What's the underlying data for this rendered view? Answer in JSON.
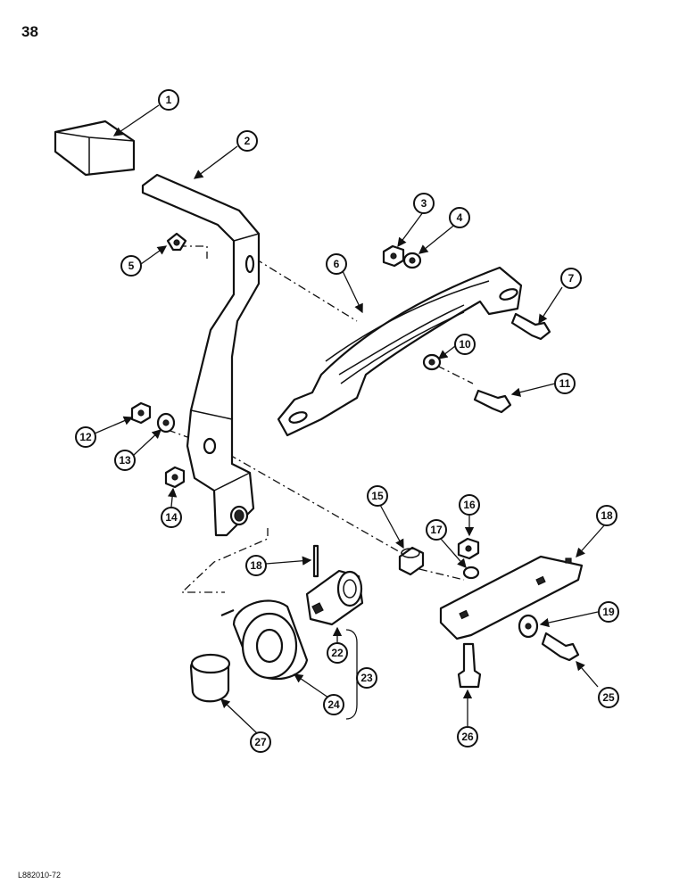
{
  "page_number": "38",
  "doc_code": "L882010-72",
  "callouts": [
    "1",
    "2",
    "3",
    "4",
    "5",
    "6",
    "7",
    "10",
    "11",
    "12",
    "13",
    "14",
    "15",
    "16",
    "17",
    "18",
    "18",
    "19",
    "22",
    "23",
    "24",
    "25",
    "26",
    "27"
  ]
}
